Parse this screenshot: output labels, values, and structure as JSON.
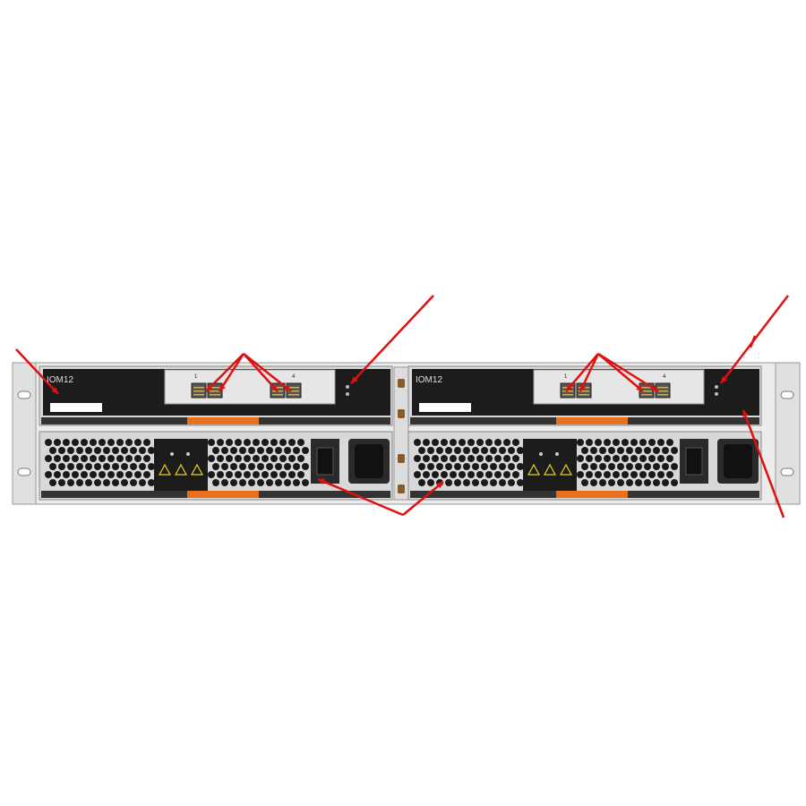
{
  "modules": [
    {
      "label": "IOM12",
      "ports": [
        "1",
        "4"
      ]
    },
    {
      "label": "IOM12",
      "ports": [
        "1",
        "4"
      ]
    }
  ],
  "colors": {
    "arrow": "#e01010",
    "panel": "#1c1c1c",
    "latch": "#e8701e",
    "chassis": "#e4e4e4"
  },
  "icons": [
    "warning-icon",
    "power-switch-icon",
    "power-inlet-icon",
    "led-icon",
    "sas-port-icon"
  ]
}
